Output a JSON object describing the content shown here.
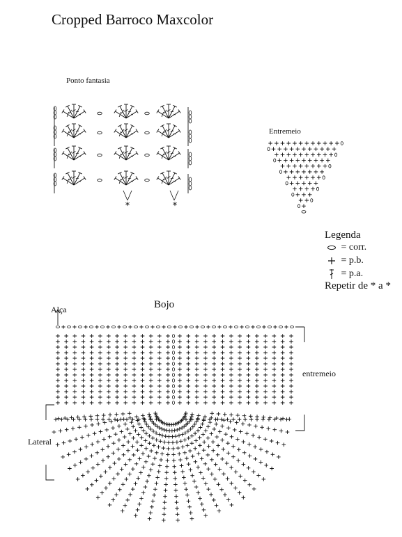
{
  "title": "Cropped Barroco Maxcolor",
  "ponto_fantasia": {
    "label": "Ponto fantasia",
    "repeat_markers": [
      "*",
      "*"
    ]
  },
  "entremeio_chart": {
    "label": "Entremeio"
  },
  "legend": {
    "title": "Legenda",
    "items": [
      {
        "symbol": "chain-oval-icon",
        "text": "= corr."
      },
      {
        "symbol": "single-crochet-plus-icon",
        "text": "= p.b."
      },
      {
        "symbol": "double-crochet-icon",
        "text": "= p.a."
      }
    ],
    "repeat_text": "Repetir de * a *"
  },
  "body_chart": {
    "alca_label": "Alça",
    "bojo_label": "Bojo",
    "entremeio_label": "entremeio",
    "lateral_label": "Lateral"
  }
}
